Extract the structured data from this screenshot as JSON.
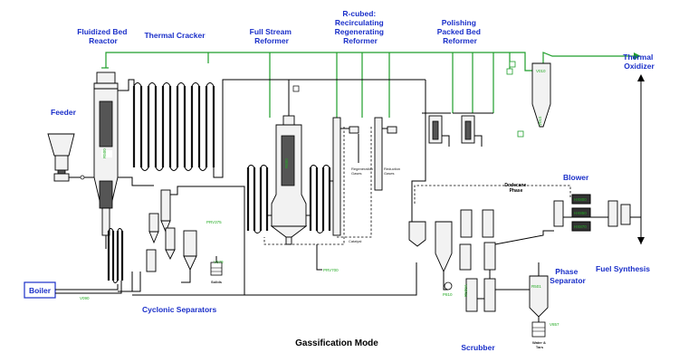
{
  "labels": {
    "fluidized_bed_reactor": [
      "Fluidized Bed",
      "Reactor"
    ],
    "thermal_cracker": "Thermal Cracker",
    "full_stream_reformer": [
      "Full Stream",
      "Reformer"
    ],
    "r_cubed": [
      "R-cubed:",
      "Recirculating",
      "Regenerating",
      "Reformer"
    ],
    "polishing_reformer": [
      "Polishing",
      "Packed Bed",
      "Reformer"
    ],
    "thermal_oxidizer": [
      "Thermal",
      "Oxidizer"
    ],
    "feeder": "Feeder",
    "boiler": "Boiler",
    "cyclonic_separators": "Cyclonic Separators",
    "blower": "Blower",
    "fuel_synthesis": "Fuel Synthesis",
    "phase_separator": [
      "Phase",
      "Separator"
    ],
    "scrubber": "Scrubber",
    "dodecane_phase": [
      "Dodecane",
      "Phase"
    ],
    "solids": "Solids",
    "water_tars": [
      "Water &",
      "Tars"
    ],
    "regeneration_gases": [
      "Regeneration",
      "Gases"
    ],
    "reduction_gases": [
      "Reduction",
      "Gases"
    ],
    "catalyst": "Catalyst",
    "mode_title": "Gassification Mode"
  },
  "tags": {
    "r500": "R500",
    "v090": "V090",
    "prv375": "PRV375",
    "v379": "V379",
    "prv700": "PRV700",
    "r600": "R600",
    "v010": "V010",
    "v015": "V015",
    "hx800": "HX800",
    "hx850": "HX850",
    "hx870": "HX870",
    "p810": "P810",
    "v857": "V857",
    "r500a": "R500A",
    "r501": "R501"
  },
  "colors": {
    "label_blue": "#1a2fc9",
    "tag_green": "#22aa22",
    "syngas_line": "#1e9e2a"
  }
}
